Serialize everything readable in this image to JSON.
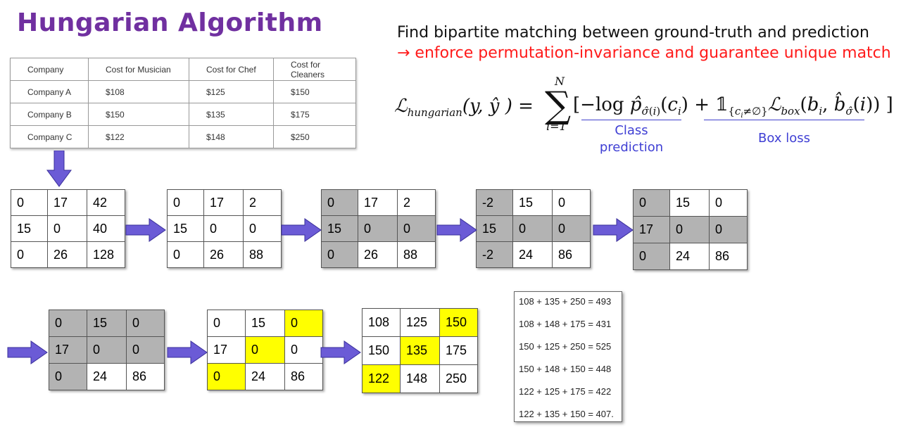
{
  "title": "Hungarian Algorithm",
  "description_line1": "Find bipartite matching between ground-truth and prediction",
  "description_line2": "→ enforce permutation-invariance and guarantee unique match",
  "formula": {
    "lhs": "ℒ",
    "lhs_sub": "hungarian",
    "args": "(y, ŷ ) =",
    "sum_top": "N",
    "sum_bottom": "i=1",
    "class_label_1": "Class",
    "class_label_2": "prediction",
    "box_label": "Box loss"
  },
  "cost_table": {
    "headers": [
      "Company",
      "Cost for Musician",
      "Cost for Chef",
      "Cost for Cleaners"
    ],
    "rows": [
      [
        "Company A",
        "$108",
        "$125",
        "$150"
      ],
      [
        "Company B",
        "$150",
        "$135",
        "$175"
      ],
      [
        "Company C",
        "$122",
        "$148",
        "$250"
      ]
    ]
  },
  "matrices": [
    {
      "cells": [
        [
          "0",
          "17",
          "42"
        ],
        [
          "15",
          "0",
          "40"
        ],
        [
          "0",
          "26",
          "128"
        ]
      ],
      "shade": [
        [
          "",
          "",
          ""
        ],
        [
          "",
          "",
          ""
        ],
        [
          "",
          "",
          ""
        ]
      ]
    },
    {
      "cells": [
        [
          "0",
          "17",
          "2"
        ],
        [
          "15",
          "0",
          "0"
        ],
        [
          "0",
          "26",
          "88"
        ]
      ],
      "shade": [
        [
          "",
          "",
          ""
        ],
        [
          "",
          "",
          ""
        ],
        [
          "",
          "",
          ""
        ]
      ]
    },
    {
      "cells": [
        [
          "0",
          "17",
          "2"
        ],
        [
          "15",
          "0",
          "0"
        ],
        [
          "0",
          "26",
          "88"
        ]
      ],
      "shade": [
        [
          "g",
          "",
          ""
        ],
        [
          "g",
          "g",
          "g"
        ],
        [
          "g",
          "",
          ""
        ]
      ]
    },
    {
      "cells": [
        [
          "-2",
          "15",
          "0"
        ],
        [
          "15",
          "0",
          "0"
        ],
        [
          "-2",
          "24",
          "86"
        ]
      ],
      "shade": [
        [
          "g",
          "",
          ""
        ],
        [
          "g",
          "g",
          "g"
        ],
        [
          "g",
          "",
          ""
        ]
      ]
    },
    {
      "cells": [
        [
          "0",
          "15",
          "0"
        ],
        [
          "17",
          "0",
          "0"
        ],
        [
          "0",
          "24",
          "86"
        ]
      ],
      "shade": [
        [
          "g",
          "",
          ""
        ],
        [
          "g",
          "g",
          "g"
        ],
        [
          "g",
          "",
          ""
        ]
      ]
    },
    {
      "cells": [
        [
          "0",
          "15",
          "0"
        ],
        [
          "17",
          "0",
          "0"
        ],
        [
          "0",
          "24",
          "86"
        ]
      ],
      "shade": [
        [
          "g",
          "g",
          "g"
        ],
        [
          "g",
          "g",
          "g"
        ],
        [
          "g",
          "",
          ""
        ]
      ]
    },
    {
      "cells": [
        [
          "0",
          "15",
          "0"
        ],
        [
          "17",
          "0",
          "0"
        ],
        [
          "0",
          "24",
          "86"
        ]
      ],
      "shade": [
        [
          "",
          "",
          "y"
        ],
        [
          "",
          "y",
          ""
        ],
        [
          "y",
          "",
          ""
        ]
      ]
    },
    {
      "cells": [
        [
          "108",
          "125",
          "150"
        ],
        [
          "150",
          "135",
          "175"
        ],
        [
          "122",
          "148",
          "250"
        ]
      ],
      "shade": [
        [
          "",
          "",
          "y"
        ],
        [
          "",
          "y",
          ""
        ],
        [
          "y",
          "",
          ""
        ]
      ]
    }
  ],
  "sums": [
    "108 + 135 + 250 = 493",
    "108 + 148 + 175 = 431",
    "150 + 125 + 250 = 525",
    "150 + 148 + 150 = 448",
    "122 + 125 + 175 = 422",
    "122 + 135 + 150 = 407."
  ],
  "colors": {
    "title": "#7030a0",
    "highlight": "#ff1a1a",
    "arrow": "#6b5bd6",
    "shade": "#b3b3b3",
    "match": "#ffff00",
    "label": "#3f3fd4"
  }
}
